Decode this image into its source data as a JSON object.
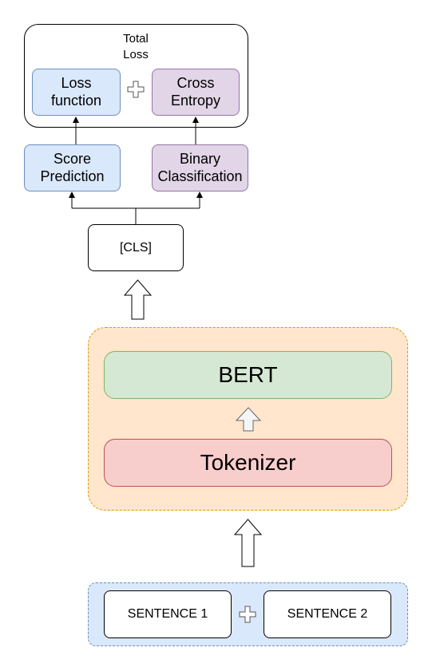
{
  "total_loss": {
    "line1": "Total",
    "line2": "Loss"
  },
  "loss_function": {
    "line1": "Loss",
    "line2": "function"
  },
  "cross_entropy": {
    "line1": "Cross",
    "line2": "Entropy"
  },
  "score_prediction": {
    "line1": "Score",
    "line2": "Prediction"
  },
  "binary_classification": {
    "line1": "Binary",
    "line2": "Classification"
  },
  "cls": "[CLS]",
  "bert": "BERT",
  "tokenizer": "Tokenizer",
  "sentence1": "SENTENCE 1",
  "sentence2": "SENTENCE 2",
  "colors": {
    "blue_fill": "#dae8fc",
    "blue_stroke": "#6c8ebf",
    "purple_fill": "#e1d5e7",
    "purple_stroke": "#9673a6",
    "green_fill": "#d5e8d4",
    "red_fill": "#f8cecc",
    "orange_fill": "#ffe6cc",
    "orange_stroke": "#d79b00"
  }
}
